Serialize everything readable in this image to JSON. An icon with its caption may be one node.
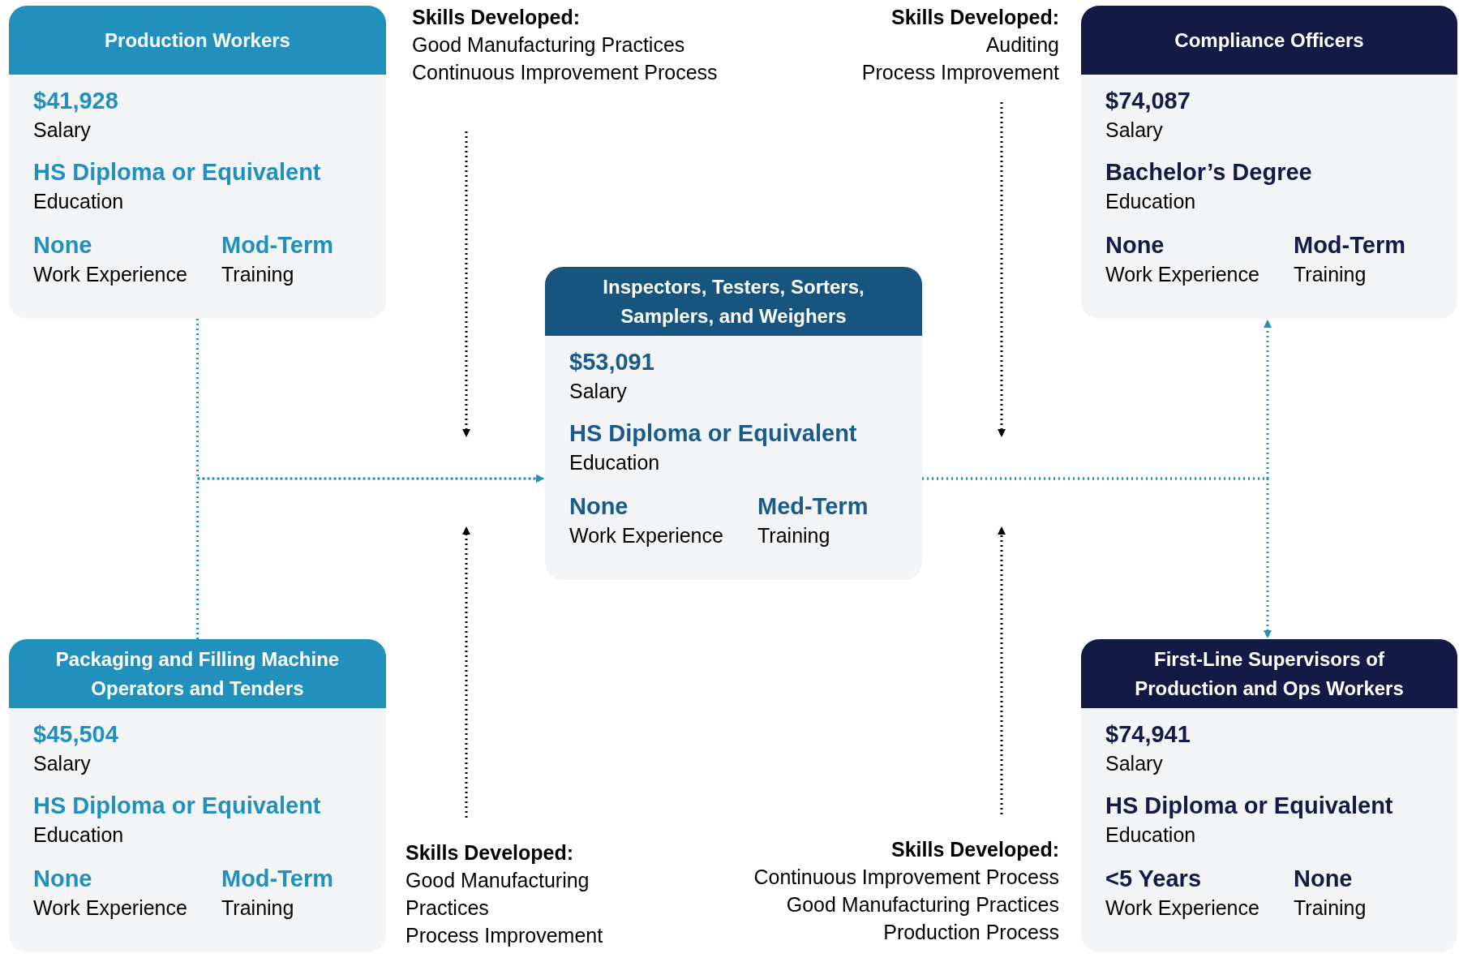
{
  "diagram": {
    "nodes": [
      {
        "text": [
          "Production Workers",
          "$41,928",
          "Salary",
          "HS Diploma or Equivalent",
          "Education",
          "None",
          "Work Experience",
          "Mod-Term",
          "Training"
        ]
      },
      {
        "text": [
          "Skills Developed:",
          "Good Manufacturing Practices",
          "Continuous Improvement Process"
        ]
      },
      {
        "text": [
          "Skills Developed:",
          "Auditing",
          "Process Improvement"
        ]
      },
      {
        "text": [
          "Compliance Officers",
          "$74,087",
          "Salary",
          "Bachelor’s Degree",
          "Education",
          "None",
          "Work Experience",
          "Mod-Term",
          "Training"
        ]
      },
      {
        "text": [
          "Inspectors, Testers, Sorters, Samplers, and Weighers",
          "$53,091",
          "Salary",
          "HS Diploma or Equivalent",
          "Education",
          "None",
          "Work Experience",
          "Med-Term",
          "Training"
        ]
      },
      {
        "text": [
          "Packaging and Filling Machine Operators and Tenders",
          "$45,504",
          "Salary",
          "HS Diploma or Equivalent",
          "Education",
          "None",
          "Work Experience",
          "Mod-Term",
          "Training"
        ]
      },
      {
        "text": [
          "Skills Developed:",
          "Good Manufacturing Practices",
          "Process Improvement"
        ]
      },
      {
        "text": [
          "Skills Developed:",
          "Continuous Improvement Process",
          "Good Manufacturing Practices",
          "Production Process"
        ]
      },
      {
        "text": [
          "First-Line Supervisors of Production and Ops Workers",
          "$74,941",
          "Salary",
          "HS Diploma or Equivalent",
          "Education",
          "<5 Years",
          "Work Experience",
          "None",
          "Training"
        ]
      }
    ],
    "edges": [
      {
        "from": 0,
        "to": 4,
        "arrow": "to",
        "style": "dashed",
        "color": "#2190bd"
      },
      {
        "from": 5,
        "to": 4,
        "arrow": "to",
        "style": "dashed",
        "color": "#2190bd"
      },
      {
        "from": 4,
        "to": 3,
        "arrow": "to",
        "style": "dashed",
        "color": "#2190bd"
      },
      {
        "from": 4,
        "to": 8,
        "arrow": "to",
        "style": "dashed",
        "color": "#2190bd"
      },
      {
        "from": 1,
        "to": null,
        "arrow": "to",
        "style": "dashed",
        "color": "#000000"
      },
      {
        "from": 2,
        "to": null,
        "arrow": "to",
        "style": "dashed",
        "color": "#000000"
      },
      {
        "from": 6,
        "to": null,
        "arrow": "to",
        "style": "dashed",
        "color": "#000000"
      },
      {
        "from": 7,
        "to": null,
        "arrow": "to",
        "style": "dashed",
        "color": "#000000"
      }
    ]
  }
}
